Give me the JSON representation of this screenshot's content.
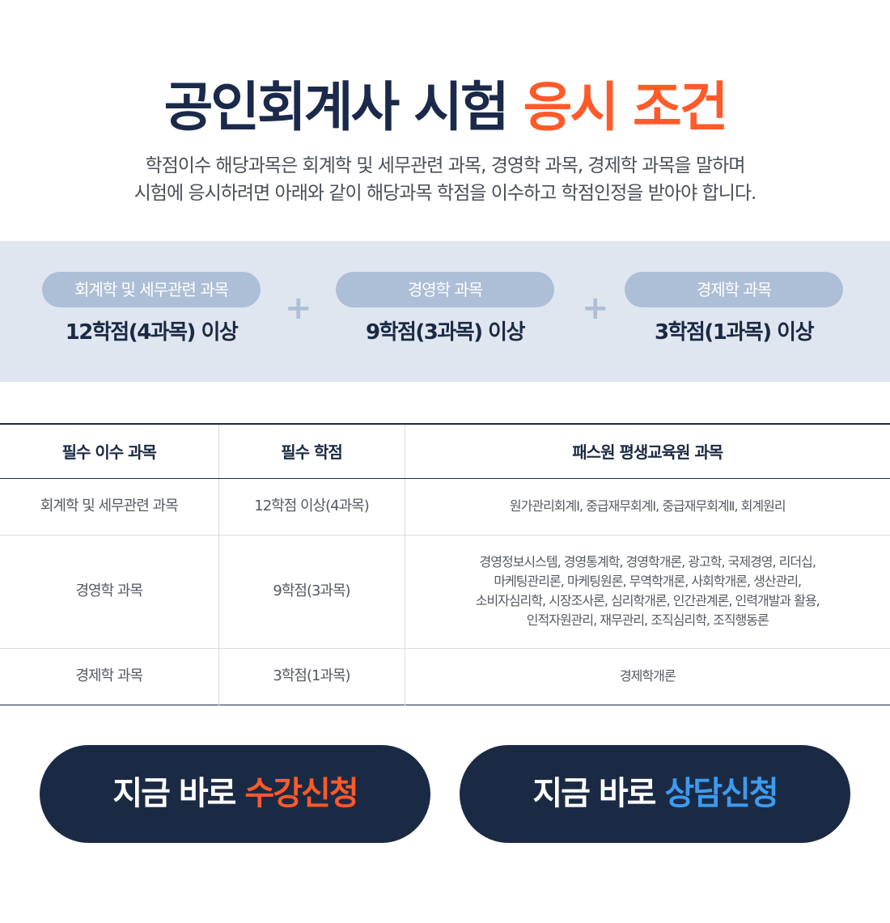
{
  "header": {
    "title_main": "공인회계사 시험",
    "title_accent": "응시 조건",
    "desc_line1": "학점이수 해당과목은 회계학 및 세무관련 과목, 경영학 과목, 경제학 과목을 말하며",
    "desc_line2": "시험에 응시하려면 아래와 같이 해당과목 학점을 이수하고 학점인정을 받아야 합니다."
  },
  "requirements": [
    {
      "label": "회계학 및 세무관련 과목",
      "value": "12학점(4과목) 이상"
    },
    {
      "label": "경영학 과목",
      "value": "9학점(3과목) 이상"
    },
    {
      "label": "경제학 과목",
      "value": "3학점(1과목) 이상"
    }
  ],
  "plus_symbol": "+",
  "table": {
    "headers": [
      "필수 이수 과목",
      "필수 학점",
      "패스원 평생교육원 과목"
    ],
    "rows": [
      {
        "subject": "회계학 및 세무관련 과목",
        "credits": "12학점 이상(4과목)",
        "courses": [
          "원가관리회계Ⅰ, 중급재무회계Ⅰ, 중급재무회계Ⅱ, 회계원리"
        ]
      },
      {
        "subject": "경영학 과목",
        "credits": "9학점(3과목)",
        "courses": [
          "경영정보시스템, 경영통계학, 경영학개론, 광고학, 국제경영, 리더십,",
          "마케팅관리론, 마케팅원론, 무역학개론, 사회학개론, 생산관리,",
          "소비자심리학, 시장조사론, 심리학개론, 인간관계론, 인력개발과 활용,",
          "인적자원관리, 재무관리, 조직심리학, 조직행동론"
        ]
      },
      {
        "subject": "경제학 과목",
        "credits": "3학점(1과목)",
        "courses": [
          "경제학개론"
        ]
      }
    ]
  },
  "buttons": {
    "enroll_prefix": "지금 바로",
    "enroll_accent": "수강신청",
    "consult_prefix": "지금 바로",
    "consult_accent": "상담신청"
  },
  "colors": {
    "navy": "#1b2a44",
    "orange": "#ff5a2a",
    "blue": "#3d9bf0",
    "band": "#dfe6f0",
    "pill": "#adbfd6"
  }
}
